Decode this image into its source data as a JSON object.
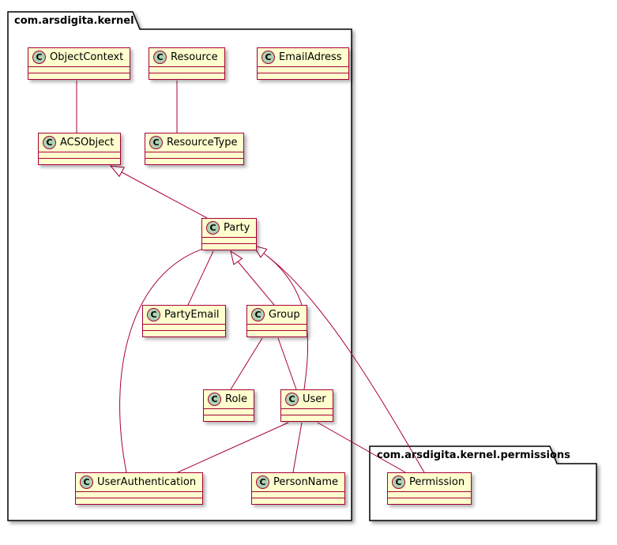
{
  "diagram": {
    "type": "uml-class-diagram",
    "packages": [
      {
        "name": "com.arsdigita.kernel"
      },
      {
        "name": "com.arsdigita.kernel.permissions"
      }
    ],
    "class_stereotype_letter": "C",
    "classes": [
      {
        "name": "ObjectContext",
        "package": "com.arsdigita.kernel"
      },
      {
        "name": "Resource",
        "package": "com.arsdigita.kernel"
      },
      {
        "name": "EmailAdress",
        "package": "com.arsdigita.kernel"
      },
      {
        "name": "ACSObject",
        "package": "com.arsdigita.kernel"
      },
      {
        "name": "ResourceType",
        "package": "com.arsdigita.kernel"
      },
      {
        "name": "Party",
        "package": "com.arsdigita.kernel"
      },
      {
        "name": "PartyEmail",
        "package": "com.arsdigita.kernel"
      },
      {
        "name": "Group",
        "package": "com.arsdigita.kernel"
      },
      {
        "name": "Role",
        "package": "com.arsdigita.kernel"
      },
      {
        "name": "User",
        "package": "com.arsdigita.kernel"
      },
      {
        "name": "UserAuthentication",
        "package": "com.arsdigita.kernel"
      },
      {
        "name": "PersonName",
        "package": "com.arsdigita.kernel"
      },
      {
        "name": "Permission",
        "package": "com.arsdigita.kernel.permissions"
      }
    ],
    "relations": [
      {
        "from": "ObjectContext",
        "to": "ACSObject",
        "type": "association"
      },
      {
        "from": "Resource",
        "to": "ResourceType",
        "type": "association"
      },
      {
        "from": "Party",
        "to": "ACSObject",
        "type": "generalization"
      },
      {
        "from": "PartyEmail",
        "to": "Party",
        "type": "association"
      },
      {
        "from": "Group",
        "to": "Party",
        "type": "generalization"
      },
      {
        "from": "User",
        "to": "Party",
        "type": "generalization"
      },
      {
        "from": "Group",
        "to": "Role",
        "type": "association"
      },
      {
        "from": "Group",
        "to": "User",
        "type": "association"
      },
      {
        "from": "User",
        "to": "UserAuthentication",
        "type": "association"
      },
      {
        "from": "User",
        "to": "PersonName",
        "type": "association"
      },
      {
        "from": "User",
        "to": "Permission",
        "type": "association"
      },
      {
        "from": "Party",
        "to": "UserAuthentication",
        "type": "association"
      },
      {
        "from": "Permission",
        "to": "Party",
        "type": "association"
      }
    ],
    "colors": {
      "class_background": "#FEFECE",
      "class_border": "#A80036",
      "spot_background": "#ADD1B2",
      "line": "#A80036",
      "package_border": "#000000",
      "page_background": "#FFFFFF"
    }
  }
}
